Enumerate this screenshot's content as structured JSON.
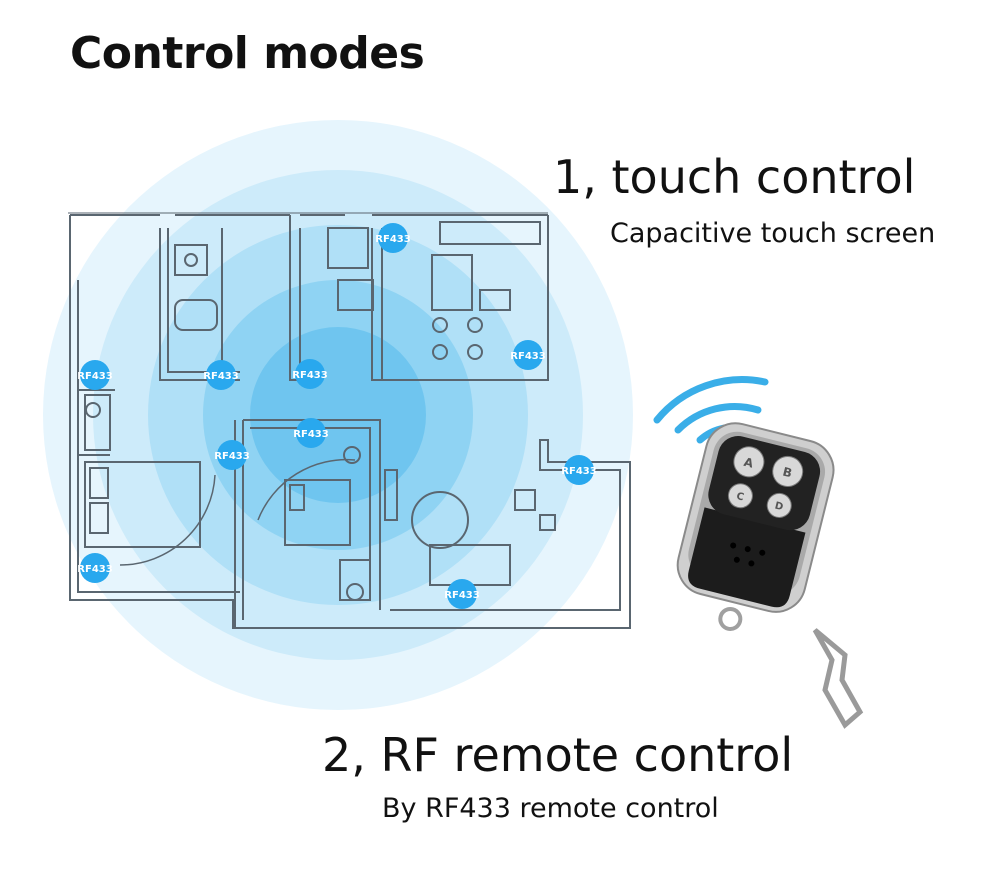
{
  "title": "Control modes",
  "modes": [
    {
      "heading": "1, touch control",
      "description": "Capacitive touch screen"
    },
    {
      "heading": "2, RF remote control",
      "description": "By RF433 remote control"
    }
  ],
  "floorplan": {
    "device_label": "RF433",
    "device_count": 10,
    "colors": {
      "signal": "#5ec8f2",
      "badge": "#29a8ee",
      "wall": "#5a6670"
    }
  },
  "remote": {
    "buttons": [
      "A",
      "B",
      "C",
      "D"
    ],
    "colors": {
      "body": "#1c1c1c",
      "metal": "#c9c9c9"
    }
  }
}
